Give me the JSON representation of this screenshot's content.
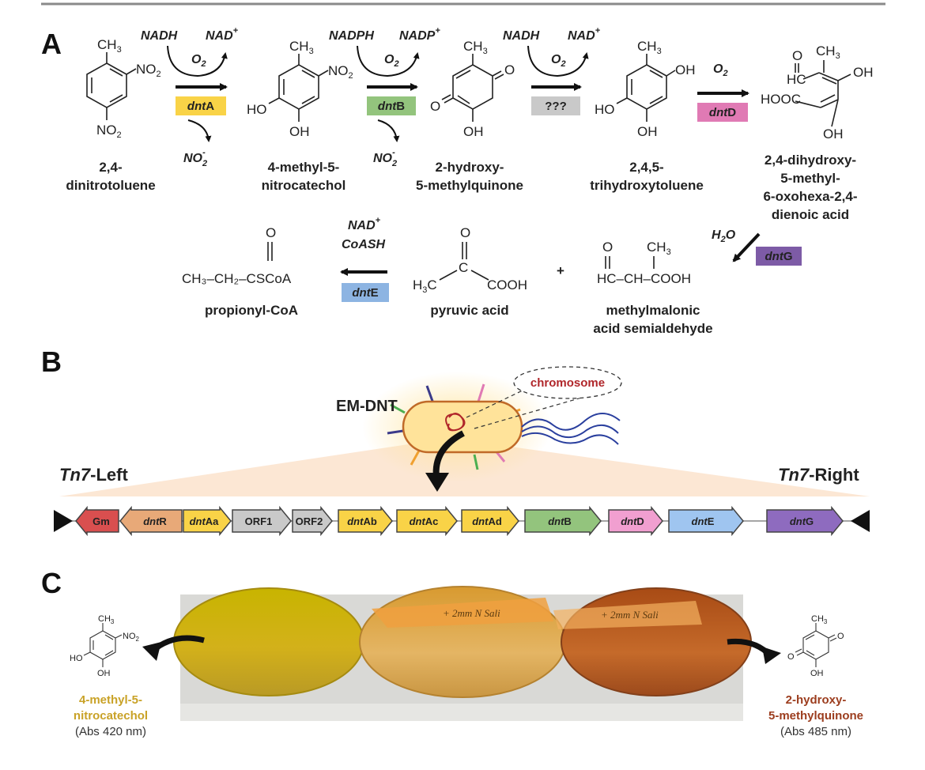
{
  "panels": {
    "a": "A",
    "b": "B",
    "c": "C"
  },
  "panel_a": {
    "compounds": [
      {
        "name_lines": [
          "2,4-",
          "dinitrotoluene"
        ]
      },
      {
        "name_lines": [
          "4-methyl-5-",
          "nitrocatechol"
        ]
      },
      {
        "name_lines": [
          "2-hydroxy-",
          "5-methylquinone"
        ]
      },
      {
        "name_lines": [
          "2,4,5-",
          "trihydroxytoluene"
        ]
      },
      {
        "name_lines": [
          "2,4-dihydroxy-",
          "5-methyl-",
          "6-oxohexa-2,4-",
          "dienoic acid"
        ]
      },
      {
        "name_lines": [
          "methylmalonic",
          "acid semialdehyde"
        ]
      },
      {
        "name_lines": [
          "pyruvic acid"
        ]
      },
      {
        "name_lines": [
          "propionyl-CoA"
        ]
      }
    ],
    "atoms": {
      "ch3": "CH",
      "ch3_sub": "3",
      "no2": "NO",
      "no2_sub": "2",
      "ho": "HO",
      "oh": "OH",
      "o": "O",
      "hc": "HC",
      "hooc": "HOOC",
      "h3c": "H",
      "h3c_sub": "3",
      "h3c_c": "C",
      "cooh": "COOH",
      "c": "C",
      "hc_ch_cooh": "HC–CH–COOH",
      "propionyl_formula": "CH₃–CH₂–CSCoA",
      "plus": "+"
    },
    "steps": [
      {
        "cofactor_in": "NADH",
        "cofactor_out": "NAD",
        "cofactor_out_sup": "+",
        "o2": "O",
        "o2_sub": "2",
        "side_product": "NO",
        "side_sub": "2",
        "side_sup": "-",
        "enzyme_prefix": "dnt",
        "enzyme_suffix": "A",
        "color": "#f9d347"
      },
      {
        "cofactor_in": "NADPH",
        "cofactor_out": "NADP",
        "cofactor_out_sup": "+",
        "o2": "O",
        "o2_sub": "2",
        "side_product": "NO",
        "side_sub": "2",
        "side_sup": "-",
        "enzyme_prefix": "dnt",
        "enzyme_suffix": "B",
        "color": "#93c47d"
      },
      {
        "cofactor_in": "NADH",
        "cofactor_out": "NAD",
        "cofactor_out_sup": "+",
        "o2": "O",
        "o2_sub": "2",
        "enzyme_label": "???",
        "color": "#c9c9c9"
      },
      {
        "o2": "O",
        "o2_sub": "2",
        "enzyme_prefix": "dnt",
        "enzyme_suffix": "D",
        "color": "#e07ab4"
      },
      {
        "cofactor": "H",
        "cofactor_sub": "2",
        "cofactor_o": "O",
        "enzyme_prefix": "dnt",
        "enzyme_suffix": "G",
        "color": "#7d5ba6"
      },
      {
        "cofactor_line1": "NAD",
        "cofactor_line1_sup": "+",
        "cofactor_line2": "CoASH",
        "enzyme_prefix": "dnt",
        "enzyme_suffix": "E",
        "color": "#8db4e2"
      }
    ]
  },
  "panel_b": {
    "strain": "EM-DNT",
    "chromosome": "chromosome",
    "tn7_left_prefix": "Tn",
    "tn7_left_num": "7",
    "tn7_left_suffix": "-Left",
    "tn7_right_prefix": "Tn",
    "tn7_right_num": "7",
    "tn7_right_suffix": "-Right",
    "genes": [
      {
        "label": "Gm",
        "italic_part": "",
        "color": "#d94f4f",
        "direction": "left"
      },
      {
        "label": "R",
        "italic_part": "dnt",
        "color": "#e8a978",
        "direction": "left"
      },
      {
        "label": "Aa",
        "italic_part": "dnt",
        "color": "#f9d347",
        "direction": "right"
      },
      {
        "label": "ORF1",
        "italic_part": "",
        "color": "#c9c9c9",
        "direction": "right"
      },
      {
        "label": "ORF2",
        "italic_part": "",
        "color": "#c9c9c9",
        "direction": "right"
      },
      {
        "label": "Ab",
        "italic_part": "dnt",
        "color": "#f9d347",
        "direction": "right"
      },
      {
        "label": "Ac",
        "italic_part": "dnt",
        "color": "#f9d347",
        "direction": "right"
      },
      {
        "label": "Ad",
        "italic_part": "dnt",
        "color": "#f9d347",
        "direction": "right"
      },
      {
        "label": "B",
        "italic_part": "dnt",
        "color": "#93c47d",
        "direction": "right"
      },
      {
        "label": "D",
        "italic_part": "dnt",
        "color": "#f19fd0",
        "direction": "right"
      },
      {
        "label": "E",
        "italic_part": "dnt",
        "color": "#9fc5f0",
        "direction": "right"
      },
      {
        "label": "G",
        "italic_part": "dnt",
        "color": "#8e6bbf",
        "direction": "right"
      }
    ]
  },
  "panel_c": {
    "left_name_lines": [
      "4-methyl-5-",
      "nitrocatechol"
    ],
    "left_abs": "(Abs 420 nm)",
    "left_color": "#c9a227",
    "right_name_lines": [
      "2-hydroxy-",
      "5-methylquinone"
    ],
    "right_abs": "(Abs 485 nm)",
    "right_color": "#9c3d1e",
    "flask_label_1": "+ 2mm N Sali",
    "flask_label_2": "+ 2mm N Sali"
  }
}
